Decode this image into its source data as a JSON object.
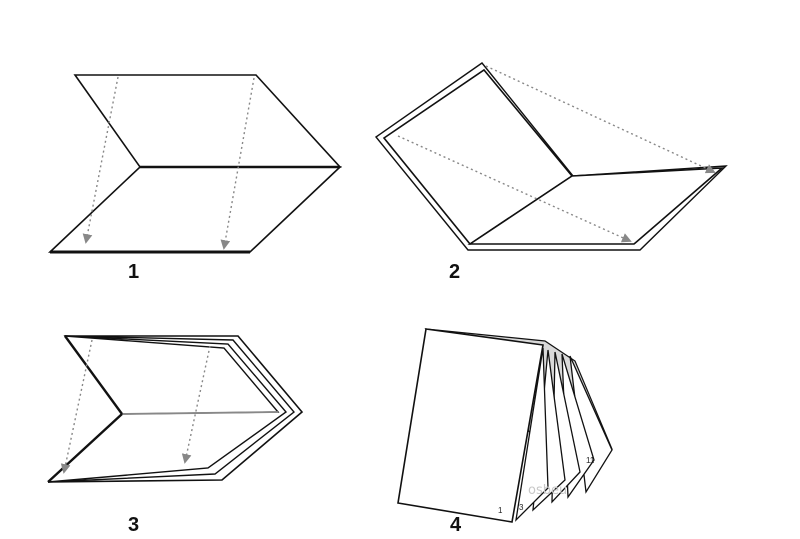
{
  "steps": [
    {
      "label": "1"
    },
    {
      "label": "2"
    },
    {
      "label": "3"
    },
    {
      "label": "4"
    }
  ],
  "booklet_page_numbers": [
    "1",
    "3",
    "11"
  ],
  "watermark": "osbeu",
  "colors": {
    "line": "#111111",
    "arrow": "#888888",
    "page_fill": "#ffffff",
    "inner_page_fill": "#d9d9d9"
  }
}
